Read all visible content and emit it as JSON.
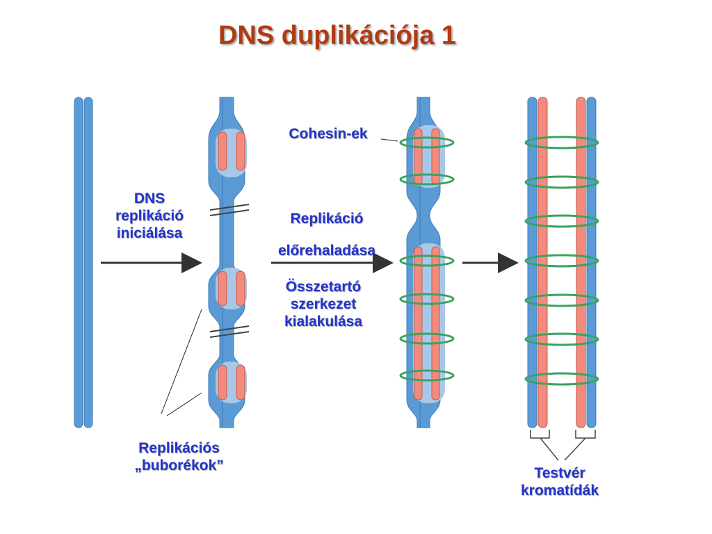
{
  "title": "DNS duplikációja 1",
  "labels": {
    "initiation": [
      "DNS",
      "replikáció",
      "iniciálása"
    ],
    "cohesin": "Cohesin-ek",
    "progress": [
      "Replikáció",
      "előrehaladása"
    ],
    "structure": [
      "Összetartó",
      "szerkezet",
      "kialakulása"
    ],
    "bubbles": [
      "Replikációs",
      "„buborékok”"
    ],
    "sister": [
      "Testvér",
      "kromatídák"
    ]
  },
  "colors": {
    "title": "#b03a14",
    "label": "#2233cc",
    "dna_blue": "#5b9bd5",
    "dna_blue_light": "#a9c8e8",
    "new_strand": "#f28b7d",
    "cohesin": "#3aa35e",
    "arrow": "#333333"
  }
}
